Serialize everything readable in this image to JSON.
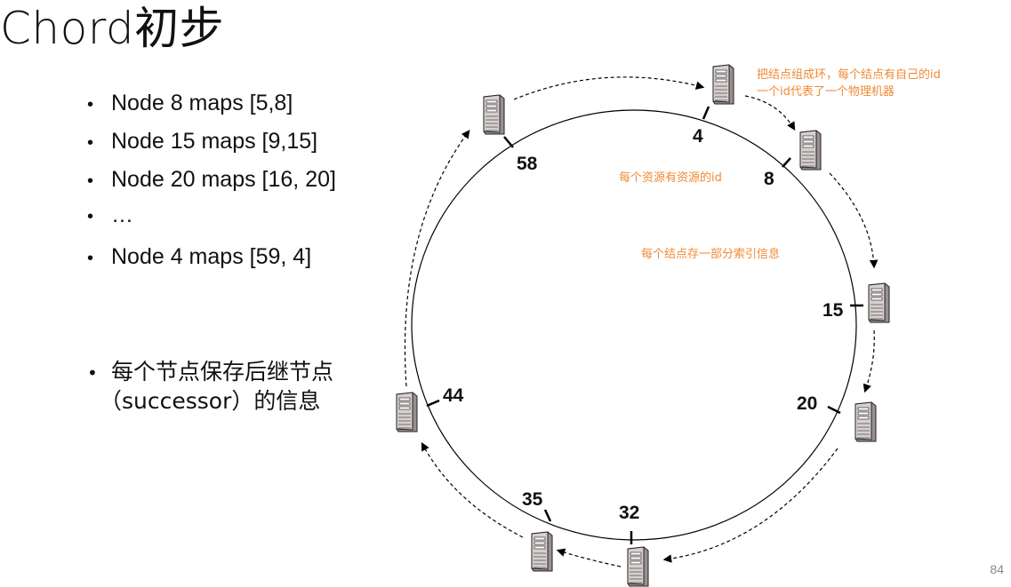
{
  "slide": {
    "title": "Chord初步",
    "page_number": "84"
  },
  "bullets": [
    "Node  8 maps [5,8]",
    "Node 15 maps [9,15]",
    "Node 20 maps [16, 20]",
    "…",
    "Node 4 maps [59, 4]"
  ],
  "note": {
    "line1": "每个节点保存后继节点",
    "line2": "（successor）的信息"
  },
  "ring": {
    "nodes": [
      "4",
      "8",
      "15",
      "20",
      "32",
      "35",
      "44",
      "58"
    ]
  },
  "annotations": {
    "node_id_line1": "把结点组成环，每个结点有自己的id",
    "node_id_line2": "一个id代表了一个物理机器",
    "resource_id": "每个资源有资源的id",
    "index_info": "每个结点存一部分索引信息"
  },
  "colors": {
    "annotation": "#f08a34",
    "ring": "#000000"
  },
  "icons": {
    "server": "server-tower-icon"
  }
}
